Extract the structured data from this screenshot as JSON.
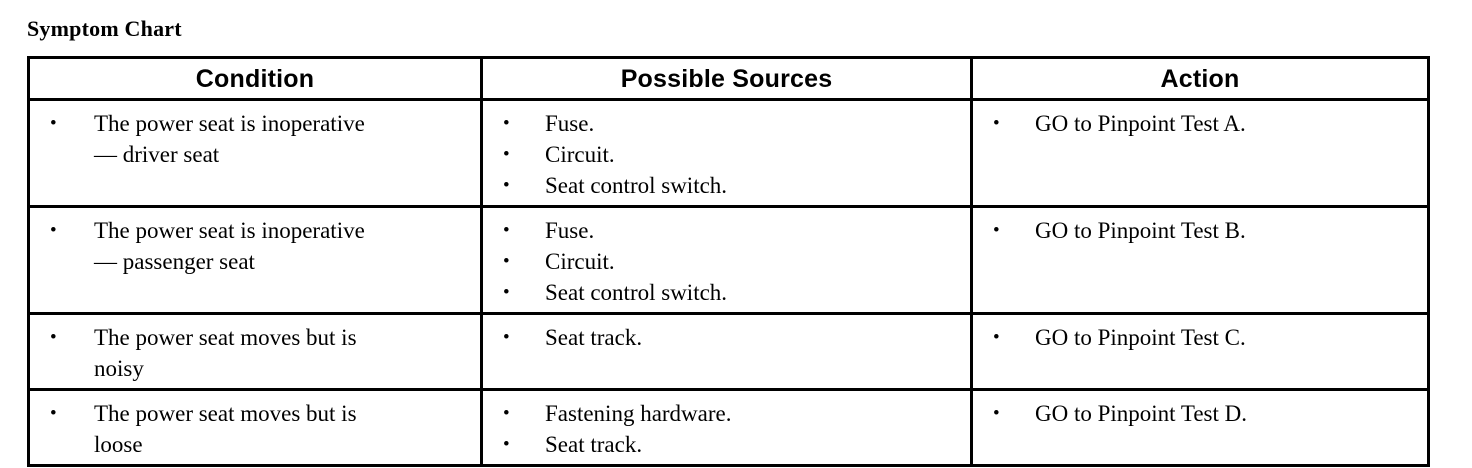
{
  "title": "Symptom Chart",
  "table": {
    "columns": [
      {
        "key": "condition",
        "label": "Condition"
      },
      {
        "key": "sources",
        "label": "Possible Sources"
      },
      {
        "key": "action",
        "label": "Action"
      }
    ],
    "rows": [
      {
        "condition": [
          "The power seat is inoperative",
          "— driver seat"
        ],
        "sources": [
          "Fuse.",
          "Circuit.",
          "Seat control switch."
        ],
        "action": [
          "GO to Pinpoint Test A."
        ]
      },
      {
        "condition": [
          "The power seat is inoperative",
          "— passenger seat"
        ],
        "sources": [
          "Fuse.",
          "Circuit.",
          "Seat control switch."
        ],
        "action": [
          "GO to Pinpoint Test B."
        ]
      },
      {
        "condition": [
          "The power seat moves but is",
          "noisy"
        ],
        "sources": [
          "Seat track."
        ],
        "action": [
          "GO to Pinpoint Test C."
        ]
      },
      {
        "condition": [
          "The power seat moves but is",
          "loose"
        ],
        "sources": [
          "Fastening hardware.",
          "Seat track."
        ],
        "action": [
          "GO to Pinpoint Test D."
        ]
      }
    ]
  },
  "colors": {
    "ink": "#000000",
    "paper": "#ffffff"
  }
}
